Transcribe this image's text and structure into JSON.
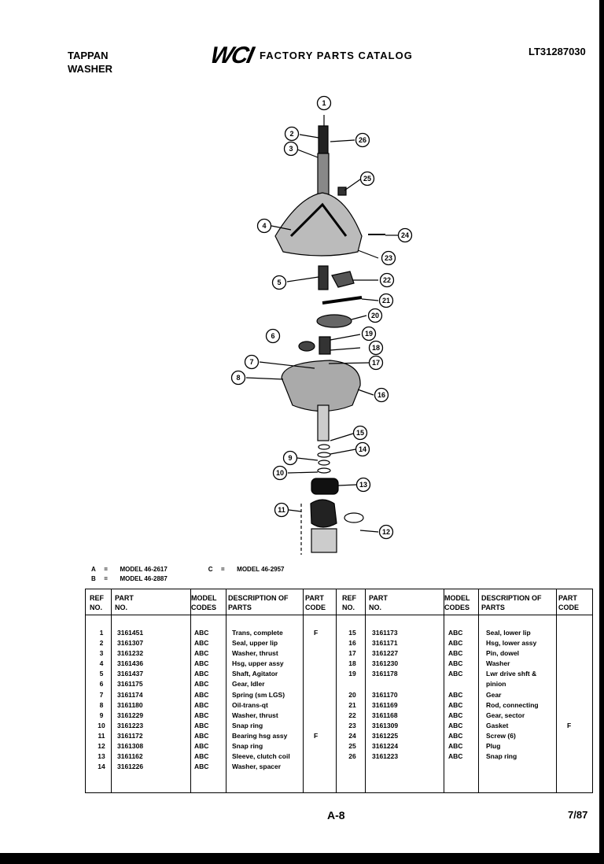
{
  "header": {
    "brand_line1": "TAPPAN",
    "brand_line2": "WASHER",
    "logo": "WCI",
    "title": "FACTORY PARTS CATALOG",
    "catalog_number": "LT31287030"
  },
  "legend": [
    {
      "key": "A",
      "eq": "=",
      "model": "MODEL 46-2617"
    },
    {
      "key": "B",
      "eq": "=",
      "model": "MODEL 46-2887"
    },
    {
      "key": "C",
      "eq": "=",
      "model": "MODEL 46-2957"
    }
  ],
  "table_headers": {
    "ref": "REF NO.",
    "part": "PART NO.",
    "model": "MODEL CODES",
    "desc": "DESCRIPTION OF PARTS",
    "code": "PART CODE"
  },
  "parts_left": [
    {
      "ref": "1",
      "part": "3161451",
      "model": "ABC",
      "desc": "Trans, complete",
      "code": "F"
    },
    {
      "ref": "2",
      "part": "3161307",
      "model": "ABC",
      "desc": "Seal, upper lip",
      "code": ""
    },
    {
      "ref": "3",
      "part": "3161232",
      "model": "ABC",
      "desc": "Washer, thrust",
      "code": ""
    },
    {
      "ref": "4",
      "part": "3161436",
      "model": "ABC",
      "desc": "Hsg, upper assy",
      "code": ""
    },
    {
      "ref": "5",
      "part": "3161437",
      "model": "ABC",
      "desc": "Shaft, Agitator",
      "code": ""
    },
    {
      "ref": "6",
      "part": "3161175",
      "model": "ABC",
      "desc": "Gear, Idler",
      "code": ""
    },
    {
      "ref": "7",
      "part": "3161174",
      "model": "ABC",
      "desc": "Spring (sm LGS)",
      "code": ""
    },
    {
      "ref": "8",
      "part": "3161180",
      "model": "ABC",
      "desc": "Oil-trans-qt",
      "code": ""
    },
    {
      "ref": "9",
      "part": "3161229",
      "model": "ABC",
      "desc": "Washer, thrust",
      "code": ""
    },
    {
      "ref": "10",
      "part": "3161223",
      "model": "ABC",
      "desc": "Snap ring",
      "code": ""
    },
    {
      "ref": "11",
      "part": "3161172",
      "model": "ABC",
      "desc": "Bearing hsg assy",
      "code": "F"
    },
    {
      "ref": "12",
      "part": "3161308",
      "model": "ABC",
      "desc": "Snap ring",
      "code": ""
    },
    {
      "ref": "13",
      "part": "3161162",
      "model": "ABC",
      "desc": "Sleeve, clutch coil",
      "code": ""
    },
    {
      "ref": "14",
      "part": "3161226",
      "model": "ABC",
      "desc": "Washer, spacer",
      "code": ""
    }
  ],
  "parts_right": [
    {
      "ref": "15",
      "part": "3161173",
      "model": "ABC",
      "desc": "Seal, lower lip",
      "code": ""
    },
    {
      "ref": "16",
      "part": "3161171",
      "model": "ABC",
      "desc": "Hsg, lower assy",
      "code": ""
    },
    {
      "ref": "17",
      "part": "3161227",
      "model": "ABC",
      "desc": "Pin, dowel",
      "code": ""
    },
    {
      "ref": "18",
      "part": "3161230",
      "model": "ABC",
      "desc": "Washer",
      "code": ""
    },
    {
      "ref": "19",
      "part": "3161178",
      "model": "ABC",
      "desc": "Lwr drive shft &",
      "code": ""
    },
    {
      "ref": "",
      "part": "",
      "model": "",
      "desc": "pinion",
      "code": ""
    },
    {
      "ref": "20",
      "part": "3161170",
      "model": "ABC",
      "desc": "Gear",
      "code": ""
    },
    {
      "ref": "21",
      "part": "3161169",
      "model": "ABC",
      "desc": "Rod, connecting",
      "code": ""
    },
    {
      "ref": "22",
      "part": "3161168",
      "model": "ABC",
      "desc": "Gear, sector",
      "code": ""
    },
    {
      "ref": "23",
      "part": "3161309",
      "model": "ABC",
      "desc": "Gasket",
      "code": "F"
    },
    {
      "ref": "24",
      "part": "3161225",
      "model": "ABC",
      "desc": "Screw (6)",
      "code": ""
    },
    {
      "ref": "25",
      "part": "3161224",
      "model": "ABC",
      "desc": "Plug",
      "code": ""
    },
    {
      "ref": "26",
      "part": "3161223",
      "model": "ABC",
      "desc": "Snap ring",
      "code": ""
    }
  ],
  "callouts": [
    "1",
    "2",
    "3",
    "4",
    "5",
    "6",
    "7",
    "8",
    "9",
    "10",
    "11",
    "12",
    "13",
    "14",
    "15",
    "16",
    "17",
    "18",
    "19",
    "20",
    "21",
    "22",
    "23",
    "24",
    "25",
    "26"
  ],
  "footer": {
    "page": "A-8",
    "date": "7/87"
  }
}
